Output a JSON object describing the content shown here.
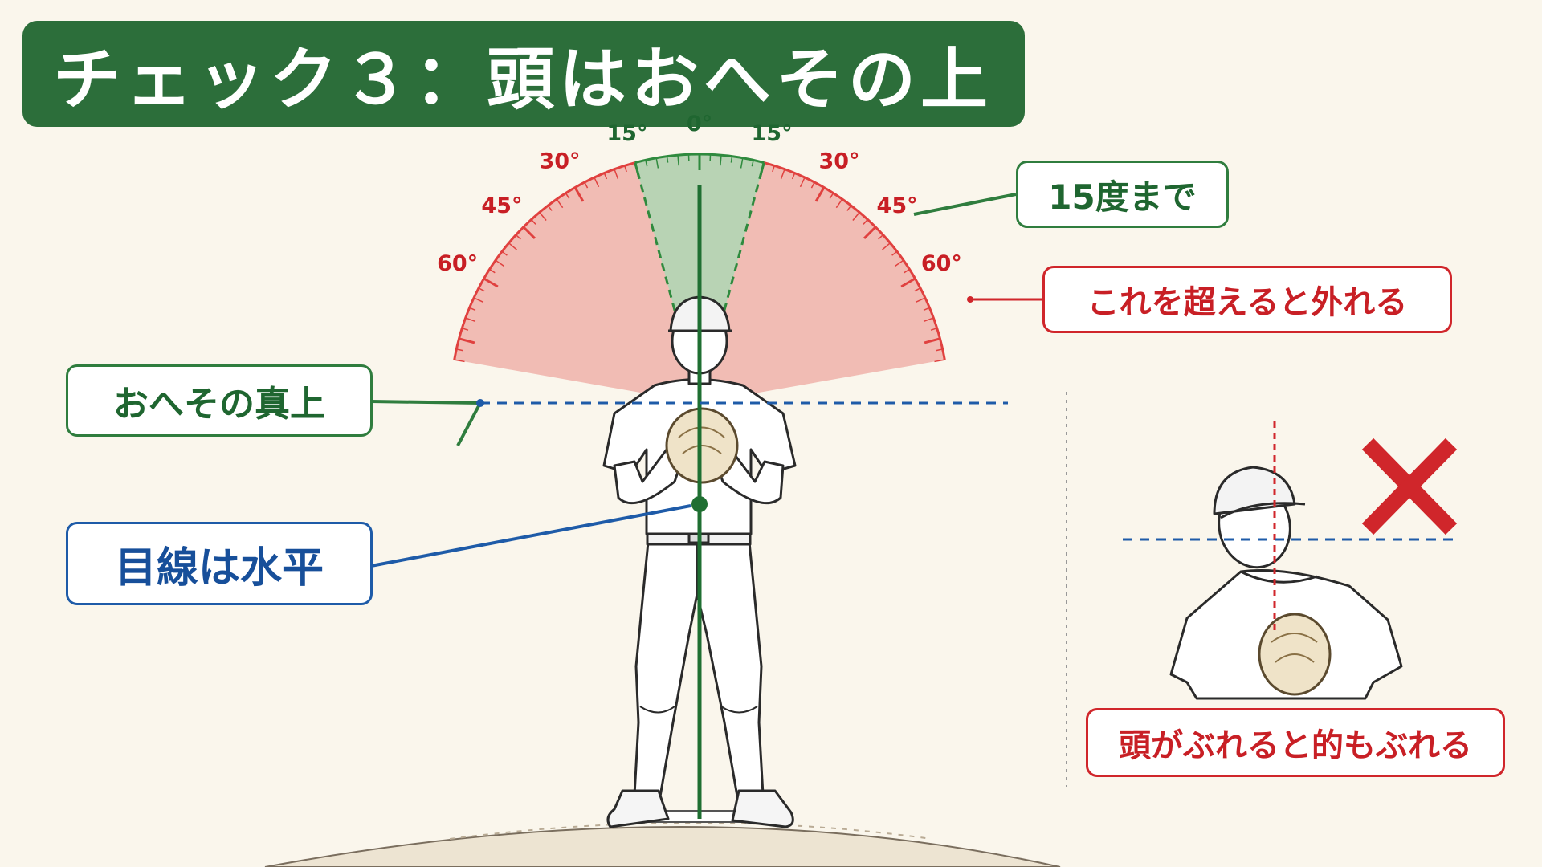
{
  "title": "チェック３：頭はおへその上",
  "protractor": {
    "tick_labels": [
      {
        "text": "0°",
        "angle": 0,
        "color": "#1f6630"
      },
      {
        "text": "15°",
        "angle": -15,
        "color": "#1f6630"
      },
      {
        "text": "15°",
        "angle": 15,
        "color": "#1f6630"
      },
      {
        "text": "30°",
        "angle": -30,
        "color": "#c81f25"
      },
      {
        "text": "30°",
        "angle": 30,
        "color": "#c81f25"
      },
      {
        "text": "45°",
        "angle": -45,
        "color": "#c81f25"
      },
      {
        "text": "45°",
        "angle": 45,
        "color": "#c81f25"
      },
      {
        "text": "60°",
        "angle": -60,
        "color": "#c81f25"
      },
      {
        "text": "60°",
        "angle": 60,
        "color": "#c81f25"
      }
    ],
    "safe_range_deg": 15,
    "outer_range_deg": 80,
    "colors": {
      "safe": "#2f8a3e",
      "danger": "#e0413f"
    }
  },
  "callouts": {
    "within": "15度まで",
    "beyond": "これを超えると外れる",
    "navel_above": "おへその真上",
    "gaze": "目線は水平",
    "bad_example": "頭がぶれると的もぶれる"
  },
  "colors": {
    "title_bg": "#2c6e3a",
    "green": "#2f7d3e",
    "red": "#d0262b",
    "blue": "#1e5ba8",
    "background": "#faf6ec"
  },
  "icons": {
    "bad_mark": "x-mark-icon"
  }
}
